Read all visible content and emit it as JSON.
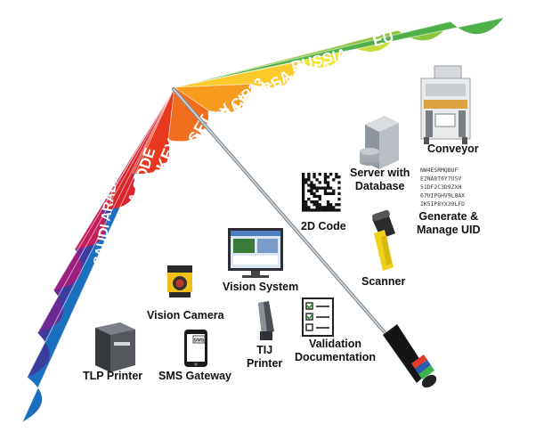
{
  "colors": {
    "panels": [
      "#1a6fbf",
      "#3b3d9e",
      "#6a2a95",
      "#9a1f7e",
      "#c51d5a",
      "#d9262c",
      "#e8381d",
      "#f06e1d",
      "#f79b1f",
      "#fcca2c",
      "#f4e432",
      "#c9dc3a",
      "#8cc540",
      "#4fb04a"
    ],
    "handle": "#111111",
    "shaft": "#9aa3ab",
    "bands": [
      "#e23c2a",
      "#2a5db0",
      "#3bb34a"
    ]
  },
  "regions": [
    "EU",
    "RUSSIA",
    "SOUTH KOREA",
    "USA-DSCSA",
    "FRANCE CIP13",
    "GERMANY",
    "INDIA DGFT",
    "TURKEY",
    "CHINA CODE",
    "SAUDI ARABIA"
  ],
  "items": {
    "conveyor": "Conveyor",
    "server": "Server with\nDatabase",
    "code2d": "2D Code",
    "uid": "Generate &\nManage UID",
    "scanner": "Scanner",
    "vision_system": "Vision System",
    "vision_camera": "Vision Camera",
    "tij": "TIJ\nPrinter",
    "validation": "Validation\nDocumentation",
    "tlp": "TLP Printer",
    "sms": "SMS Gateway"
  },
  "uid_lines": [
    "NW4ESRMQBUF",
    "E2NA8T6Y7USV",
    "51DF2C3D9ZXH",
    "67UIPGHV9L8AX",
    "IK5IP8YX39LFD"
  ],
  "icon_text": {
    "sms": "SMS"
  },
  "icons": {
    "conveyor": "conveyor-machine-icon",
    "server": "server-database-icon",
    "code2d": "datamatrix-code-icon",
    "scanner": "barcode-scanner-icon",
    "vision_system": "monitor-icon",
    "vision_camera": "camera-icon",
    "tij": "inkjet-printer-icon",
    "validation": "checklist-icon",
    "tlp": "label-printer-icon",
    "sms": "phone-sms-icon"
  }
}
